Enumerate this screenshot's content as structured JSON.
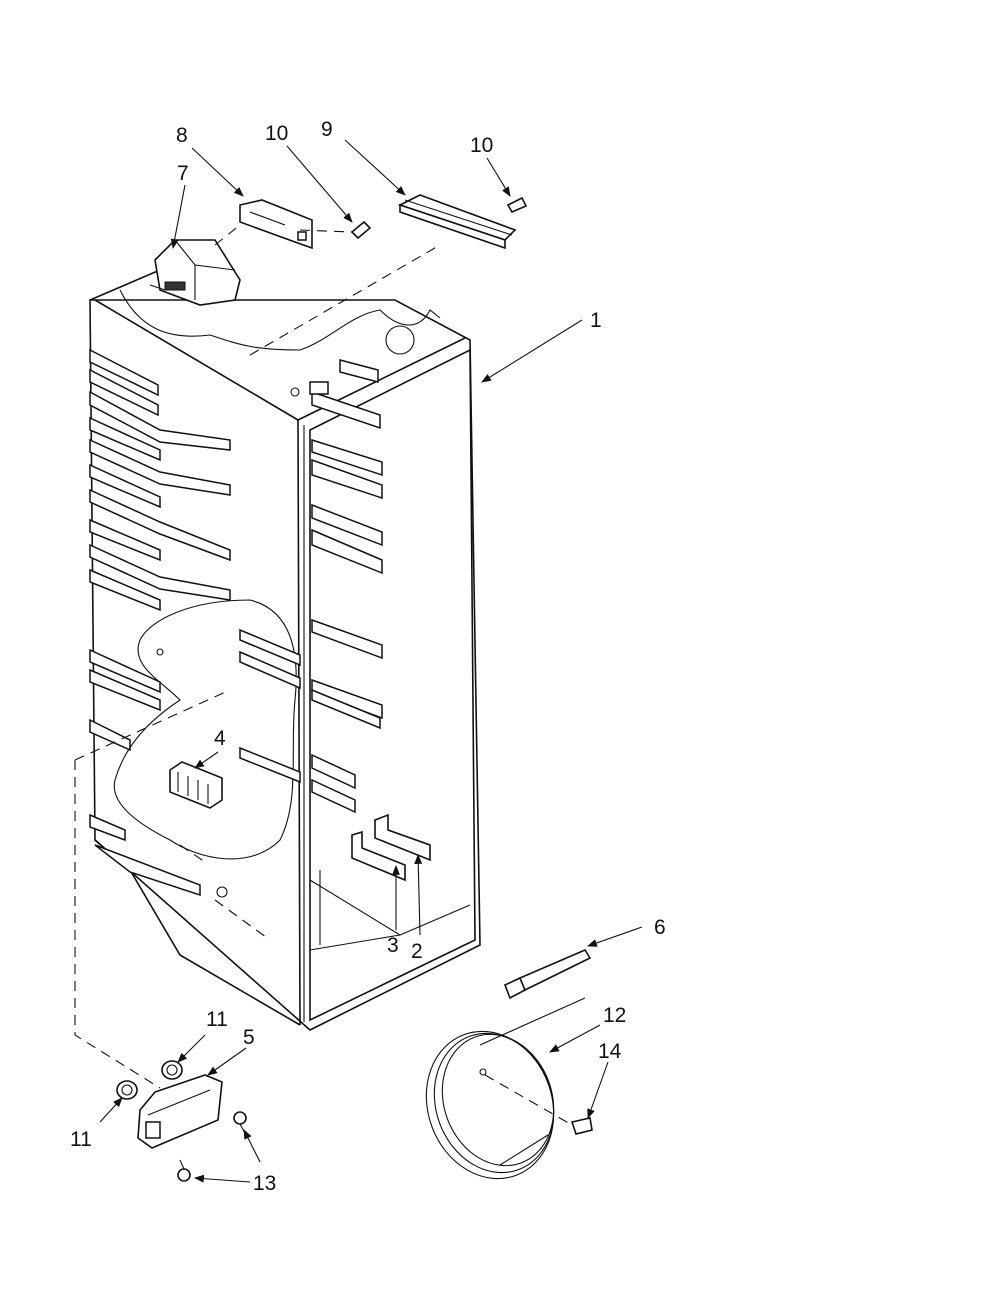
{
  "diagram": {
    "callouts": [
      {
        "id": "c8",
        "label": "8"
      },
      {
        "id": "c7",
        "label": "7"
      },
      {
        "id": "c10a",
        "label": "10"
      },
      {
        "id": "c9",
        "label": "9"
      },
      {
        "id": "c10b",
        "label": "10"
      },
      {
        "id": "c1",
        "label": "1"
      },
      {
        "id": "c4",
        "label": "4"
      },
      {
        "id": "c3",
        "label": "3"
      },
      {
        "id": "c2",
        "label": "2"
      },
      {
        "id": "c6",
        "label": "6"
      },
      {
        "id": "c12",
        "label": "12"
      },
      {
        "id": "c14",
        "label": "14"
      },
      {
        "id": "c11a",
        "label": "11"
      },
      {
        "id": "c5",
        "label": "5"
      },
      {
        "id": "c11b",
        "label": "11"
      },
      {
        "id": "c13",
        "label": "13"
      }
    ]
  },
  "colors": {
    "line": "#111111",
    "background": "#ffffff"
  }
}
